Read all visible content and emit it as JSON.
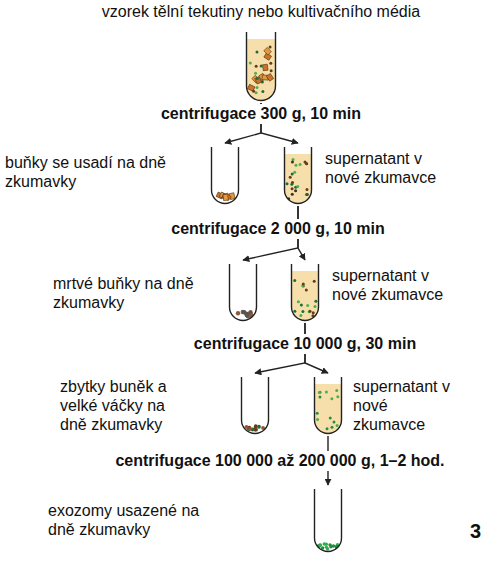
{
  "diagram": {
    "nodes": [
      {
        "text": [
          "vzorek tělní tekutiny nebo kultivačního média"
        ]
      },
      {
        "text": [
          "buňky se usadí na dně zkumavky"
        ]
      },
      {
        "text": [
          "supernatant v nové zkumavce"
        ]
      },
      {
        "text": [
          "mrtvé buňky na dně zkumavky"
        ]
      },
      {
        "text": [
          "supernatant v nové zkumavce"
        ]
      },
      {
        "text": [
          "zbytky buněk a velké váčky na dně zkumavky"
        ]
      },
      {
        "text": [
          "supernatant v nové zkumavce"
        ]
      },
      {
        "text": [
          "exozomy usazené na dně zkumavky"
        ]
      }
    ],
    "edges": [
      {
        "from": 0,
        "to": 1,
        "arrow": "to",
        "label": "centrifugace 300 g, 10 min"
      },
      {
        "from": 0,
        "to": 2,
        "arrow": "to"
      },
      {
        "from": 2,
        "to": 3,
        "arrow": "to",
        "label": "centrifugace 2 000 g, 10 min"
      },
      {
        "from": 2,
        "to": 4,
        "arrow": "to"
      },
      {
        "from": 4,
        "to": 5,
        "arrow": "to",
        "label": "centrifugace 10 000 g, 30 min"
      },
      {
        "from": 4,
        "to": 6,
        "arrow": "to"
      },
      {
        "from": 6,
        "to": 7,
        "arrow": "to",
        "label": "centrifugace 100 000 až 200 000 g, 1–2 hod."
      }
    ],
    "labels": [
      "3"
    ]
  }
}
